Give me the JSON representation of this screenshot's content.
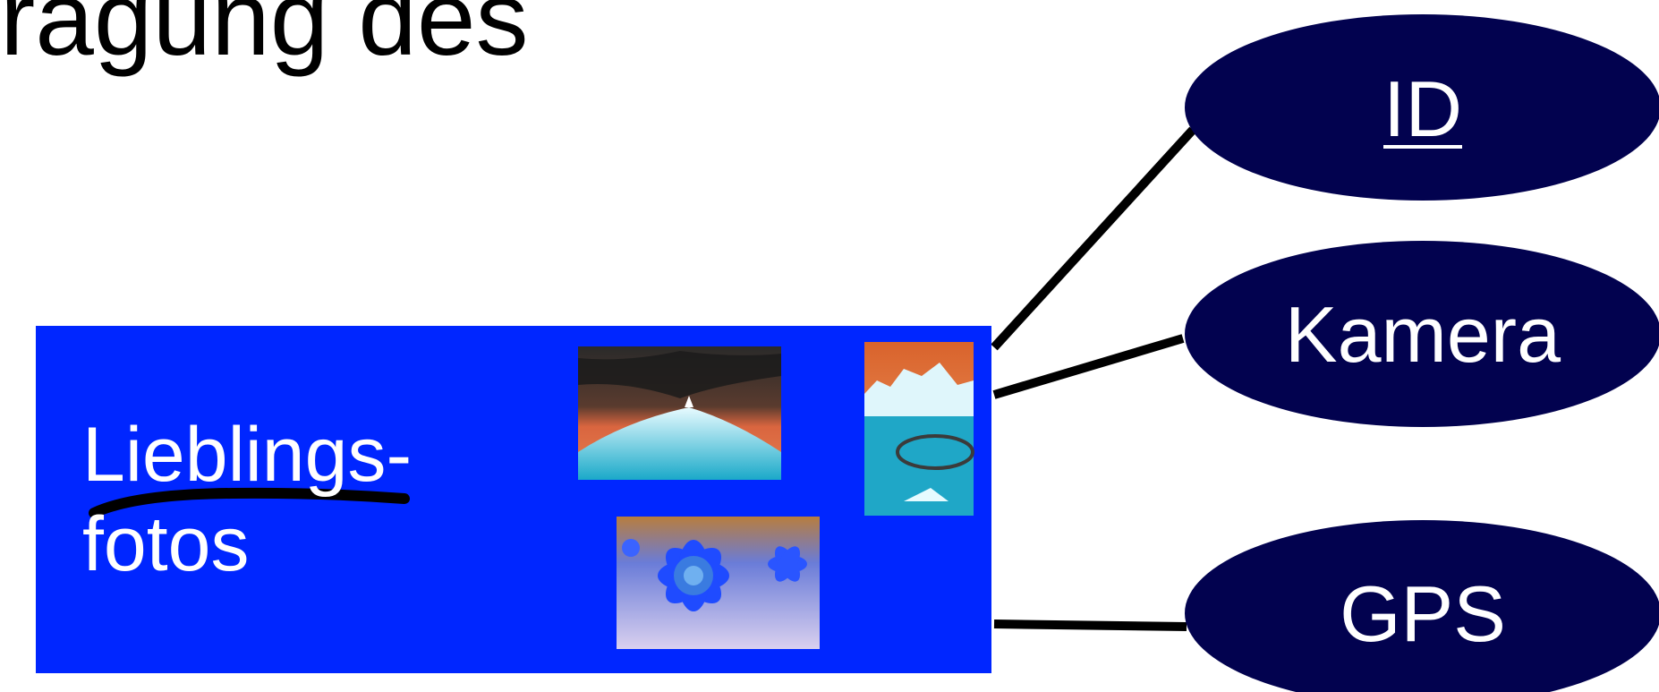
{
  "title_fragment": "ragung des",
  "entity": {
    "label_line1": "Lieblings-",
    "label_line2": "fotos"
  },
  "attributes": [
    {
      "label": "ID",
      "is_key": true
    },
    {
      "label": "Kamera",
      "is_key": false
    },
    {
      "label": "GPS",
      "is_key": false
    }
  ],
  "colors": {
    "entity_fill": "#0026ff",
    "attribute_fill": "#02024f",
    "connector": "#000000",
    "text_on_shapes": "#ffffff"
  },
  "thumbnails": [
    {
      "icon": "inverted-mountain-photo"
    },
    {
      "icon": "inverted-iceberg-photo"
    },
    {
      "icon": "inverted-sunflower-photo"
    }
  ]
}
